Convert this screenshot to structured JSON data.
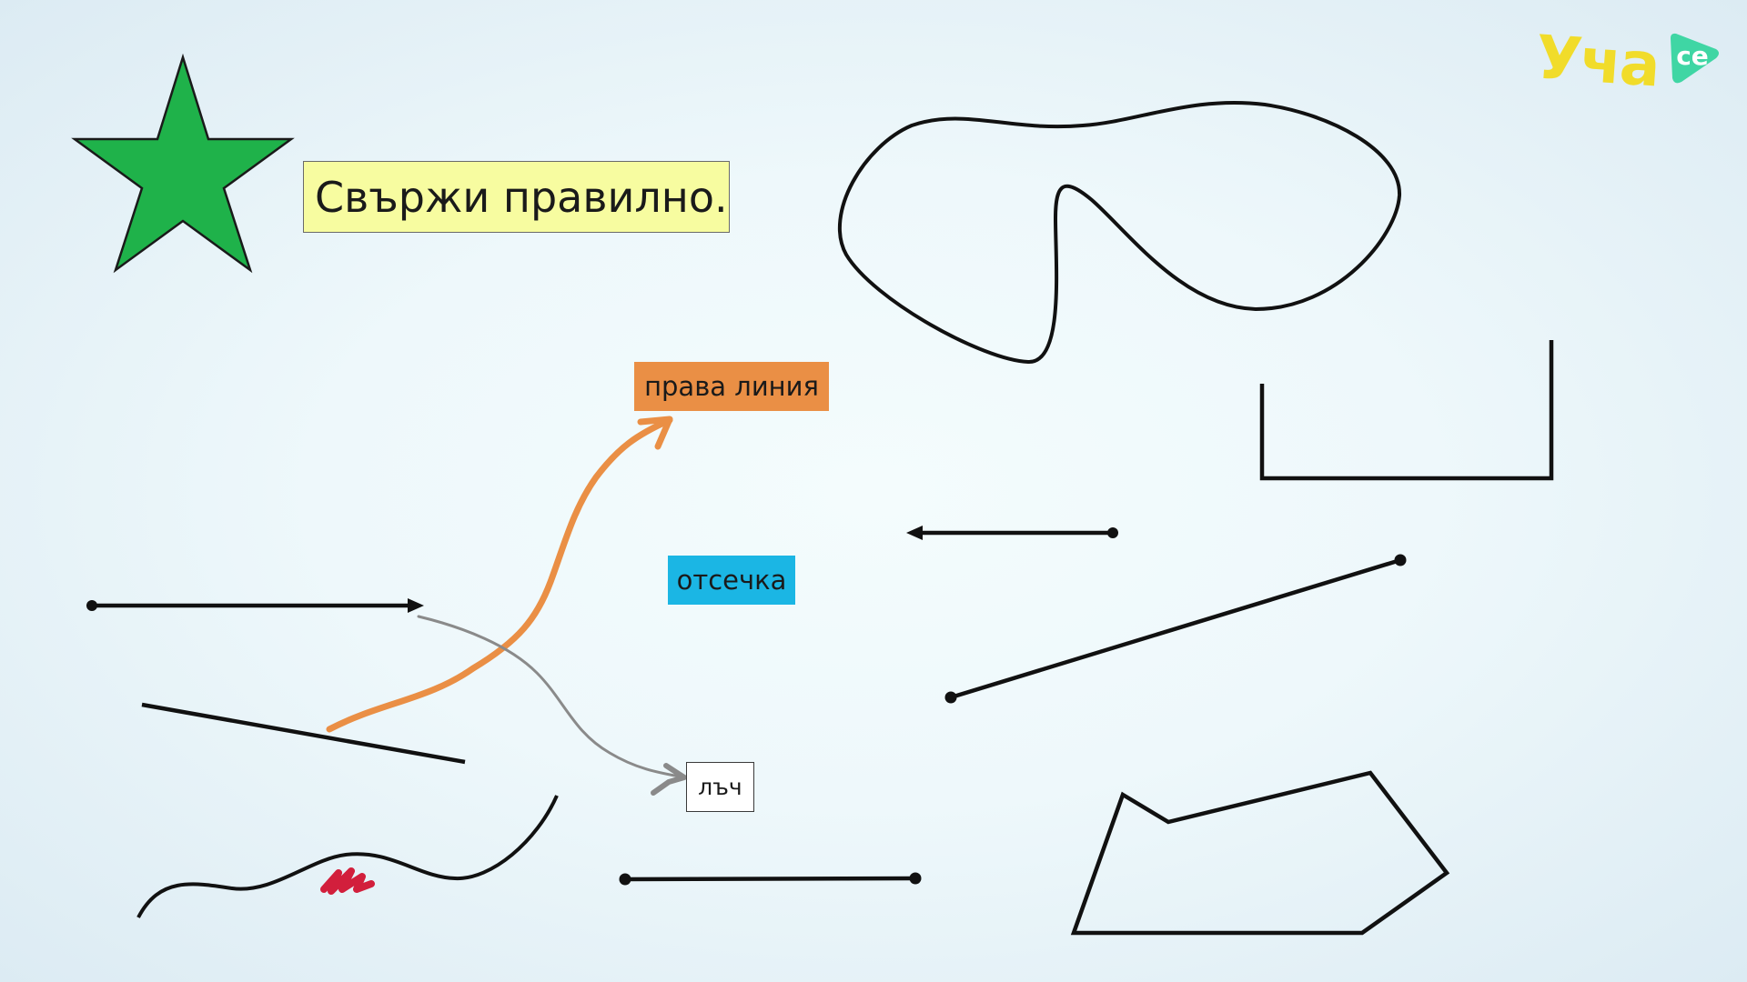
{
  "title": "Свържи правилно.",
  "labels": {
    "straight_line": "права линия",
    "segment": "отсечка",
    "ray": "лъч"
  },
  "logo": {
    "text": "Уча",
    "badge": "се"
  },
  "colors": {
    "star": "#1fb24a",
    "title_bg": "#f7fca0",
    "straight_line_bg": "#ea8f45",
    "segment_bg": "#1bb6e4",
    "ray_bg": "#ffffff",
    "orange_arrow": "#ea8f45",
    "gray_arrow": "#8a8a8a",
    "red_mark": "#d21f3c",
    "logo_yellow": "#f1dc2a",
    "logo_green": "#3fd6a4"
  }
}
